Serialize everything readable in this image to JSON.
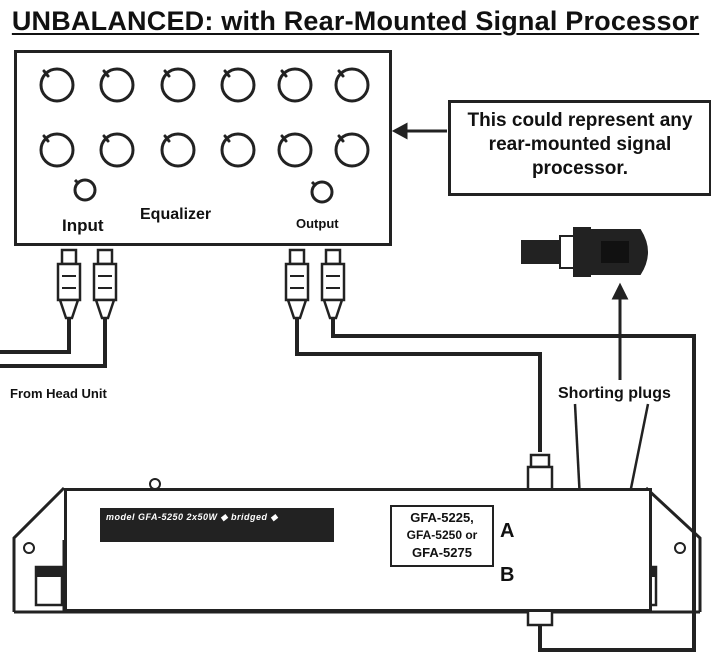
{
  "title": "UNBALANCED: with Rear-Mounted Signal Processor",
  "equalizer": {
    "input_label": "Input",
    "name_label": "Equalizer",
    "output_label": "Output"
  },
  "note": {
    "line1": "This could represent any",
    "line2": "rear-mounted signal",
    "line3": "processor."
  },
  "labels": {
    "from_head_unit": "From Head Unit",
    "shorting_plugs": "Shorting plugs",
    "input_a": "A",
    "input_b": "B"
  },
  "amplifier": {
    "model_strip_line1": "model GFA-5250  2x50W  ◆  bridged  ◆",
    "model_strip_line2": "",
    "models": [
      "GFA-5225,",
      "GFA-5250 or",
      "GFA-5275"
    ]
  },
  "colors": {
    "ink": "#222222",
    "paper": "#ffffff"
  }
}
